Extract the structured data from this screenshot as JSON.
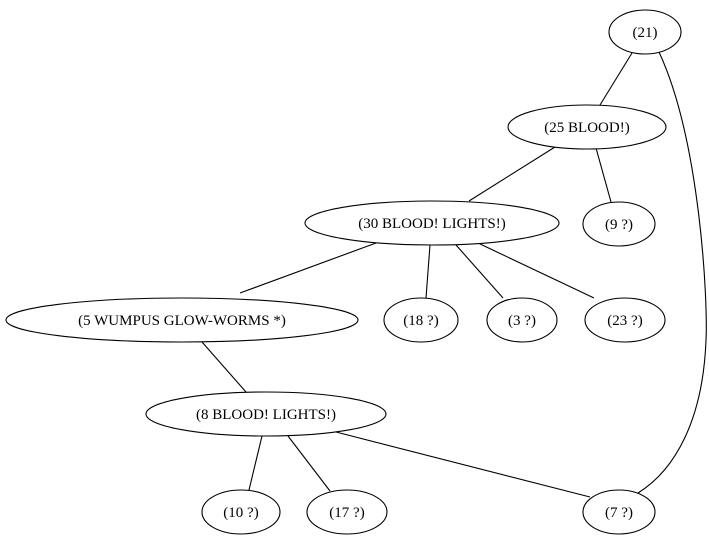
{
  "diagram": {
    "nodes": [
      {
        "id": "n21",
        "label": "(21)"
      },
      {
        "id": "n25",
        "label": "(25 BLOOD!)"
      },
      {
        "id": "n9",
        "label": "(9 ?)"
      },
      {
        "id": "n30",
        "label": "(30 BLOOD! LIGHTS!)"
      },
      {
        "id": "n5",
        "label": "(5 WUMPUS GLOW-WORMS *)"
      },
      {
        "id": "n18",
        "label": "(18 ?)"
      },
      {
        "id": "n3",
        "label": "(3 ?)"
      },
      {
        "id": "n23",
        "label": "(23 ?)"
      },
      {
        "id": "n8",
        "label": "(8 BLOOD! LIGHTS!)"
      },
      {
        "id": "n10",
        "label": "(10 ?)"
      },
      {
        "id": "n17",
        "label": "(17 ?)"
      },
      {
        "id": "n7",
        "label": "(7 ?)"
      }
    ],
    "edges": [
      {
        "from": "n21",
        "to": "n25"
      },
      {
        "from": "n21",
        "to": "n7"
      },
      {
        "from": "n25",
        "to": "n30"
      },
      {
        "from": "n25",
        "to": "n9"
      },
      {
        "from": "n30",
        "to": "n5"
      },
      {
        "from": "n30",
        "to": "n18"
      },
      {
        "from": "n30",
        "to": "n3"
      },
      {
        "from": "n30",
        "to": "n23"
      },
      {
        "from": "n5",
        "to": "n8"
      },
      {
        "from": "n8",
        "to": "n10"
      },
      {
        "from": "n8",
        "to": "n17"
      },
      {
        "from": "n8",
        "to": "n7"
      }
    ]
  }
}
